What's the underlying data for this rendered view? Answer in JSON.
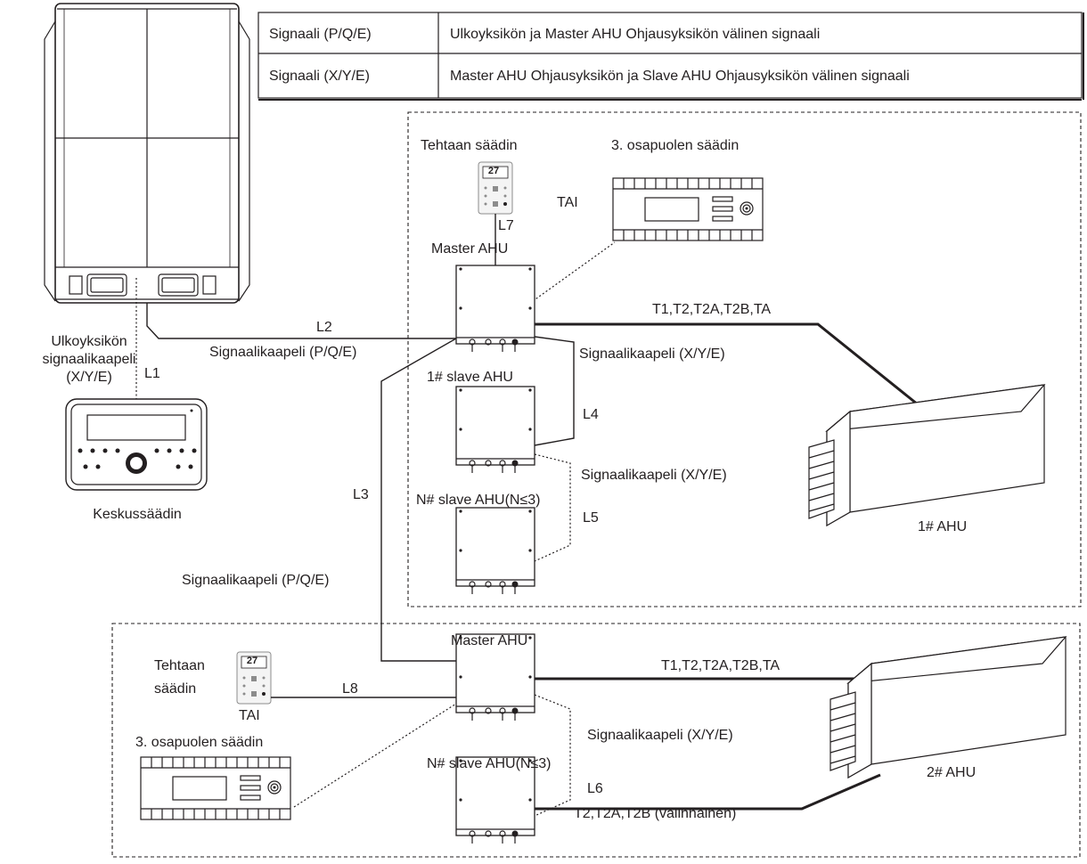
{
  "legend": {
    "rows": [
      {
        "key": "Signaali (P/Q/E)",
        "desc": "Ulkoyksikön ja Master AHU Ohjausyksikön välinen signaali"
      },
      {
        "key": "Signaali (X/Y/E)",
        "desc": "Master AHU Ohjausyksikön ja Slave AHU Ohjausyksikön välinen signaali"
      }
    ]
  },
  "labels": {
    "outdoor_cable_1": "Ulkoyksikön",
    "outdoor_cable_2": "signaalikaapeli",
    "outdoor_cable_3": "(X/Y/E)",
    "l1": "L1",
    "l2": "L2",
    "l3": "L3",
    "l4": "L4",
    "l5": "L5",
    "l6": "L6",
    "l7": "L7",
    "l8": "L8",
    "central_controller": "Keskussäädin",
    "signal_cable_pqe_top": "Signaalikaapeli (P/Q/E)",
    "signal_cable_pqe_left": "Signaalikaapeli (P/Q/E)",
    "signal_cable_xye_1": "Signaalikaapeli (X/Y/E)",
    "signal_cable_xye_2": "Signaalikaapeli (X/Y/E)",
    "signal_cable_xye_3": "Signaalikaapeli (X/Y/E)",
    "factory_controller_top": "Tehtaan säädin",
    "third_party_top": "3. osapuolen säädin",
    "or_top": "TAI",
    "master_ahu_top": "Master  AHU",
    "slave1_ahu": "1# slave  AHU",
    "slaveN_ahu_top": "N# slave AHU(N≤3)",
    "sensors_top": "T1,T2,T2A,T2B,TA",
    "ahu1": "1# AHU",
    "factory_controller_bottom_1": "Tehtaan",
    "factory_controller_bottom_2": "säädin",
    "or_bottom": "TAI",
    "third_party_bottom": "3. osapuolen säädin",
    "master_ahu_bottom": "Master AHU",
    "sensors_bottom": "T1,T2,T2A,T2B,TA",
    "slaveN_ahu_bottom": "N# slave AHU(N≤3)",
    "sensors_optional": "T2,T2A,T2B (valinnainen)",
    "ahu2": "2# AHU"
  },
  "device_text": {
    "display_temp_top": "27",
    "display_temp_bottom": "27"
  }
}
